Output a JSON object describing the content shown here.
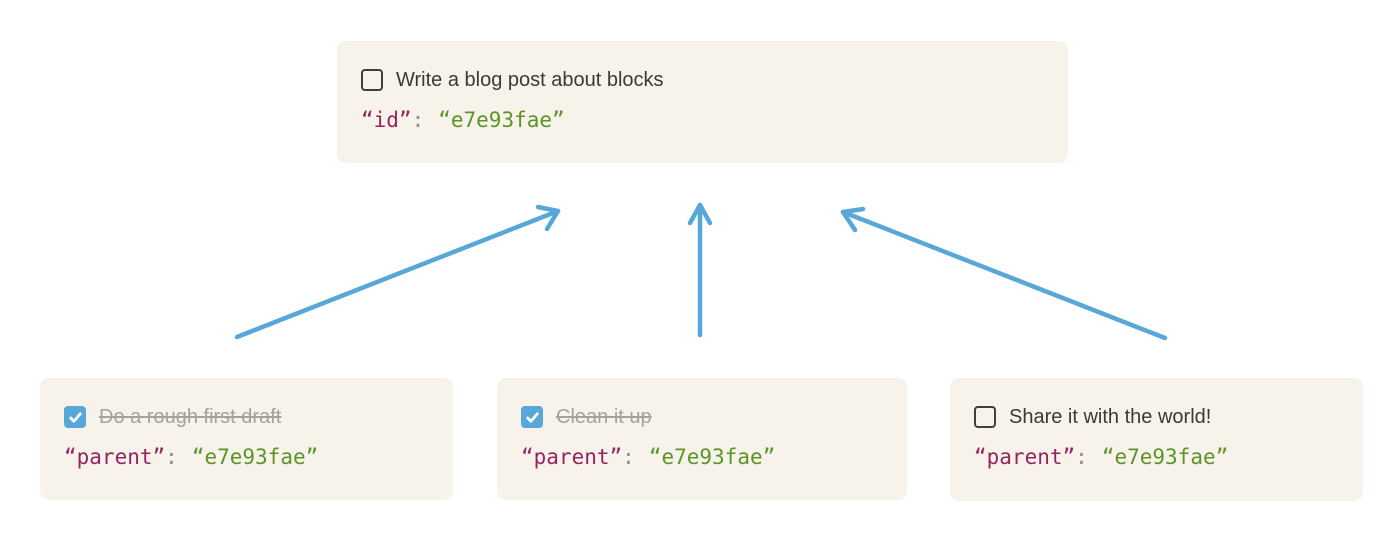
{
  "colors": {
    "page_bg": "#ffffff",
    "card_bg": "#f7f2ea",
    "title_text": "#3b3a37",
    "done_text": "#a2a29f",
    "checkbox_border": "#403f3d",
    "checkbox_checked": "#57a7d9",
    "arrow": "#57a7d9",
    "code_key": "#93265f",
    "code_value": "#5c9427",
    "code_punct": "#8f8e8b"
  },
  "parent_card": {
    "title": "Write a blog post about blocks",
    "checked": false,
    "code": {
      "key": "“id”",
      "separator": ":",
      "value": "“e7e93fae”"
    }
  },
  "child_cards": [
    {
      "title": "Do a rough first draft",
      "checked": true,
      "code": {
        "key": "“parent”",
        "separator": ":",
        "value": "“e7e93fae”"
      }
    },
    {
      "title": "Clean it up",
      "checked": true,
      "code": {
        "key": "“parent”",
        "separator": ":",
        "value": "“e7e93fae”"
      }
    },
    {
      "title": "Share it with the world!",
      "checked": false,
      "code": {
        "key": "“parent”",
        "separator": ":",
        "value": "“e7e93fae”"
      }
    }
  ]
}
